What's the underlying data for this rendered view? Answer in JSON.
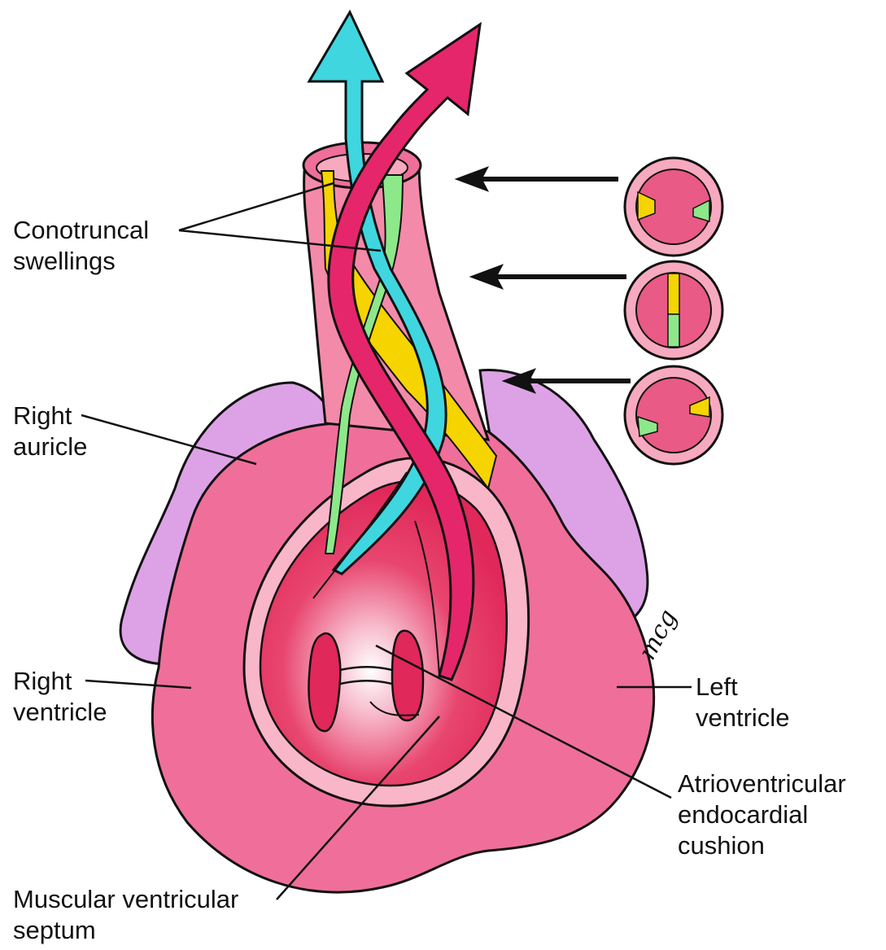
{
  "labels": {
    "conotruncal_swellings": [
      "Conotruncal",
      "swellings"
    ],
    "right_auricle": [
      "Right",
      "auricle"
    ],
    "right_ventricle": [
      "Right",
      "ventricle"
    ],
    "left_ventricle": [
      "Left",
      "ventricle"
    ],
    "av_endocardial_cushion": [
      "Atrioventricular",
      "endocardial",
      "cushion"
    ],
    "muscular_ventricular_septum": [
      "Muscular ventricular",
      "septum"
    ]
  },
  "signature": "mcg",
  "colors": {
    "ventricle_pink": "#ef6f9a",
    "auricle_lilac": "#dda2e6",
    "inner_red": "#e8355f",
    "tube_pink": "#f48aaa",
    "yellow_swelling": "#f5d400",
    "green_swelling": "#8de88a",
    "cyan_arrow": "#3fd6e0",
    "magenta_arrow": "#e6266a",
    "outline": "#111111"
  }
}
